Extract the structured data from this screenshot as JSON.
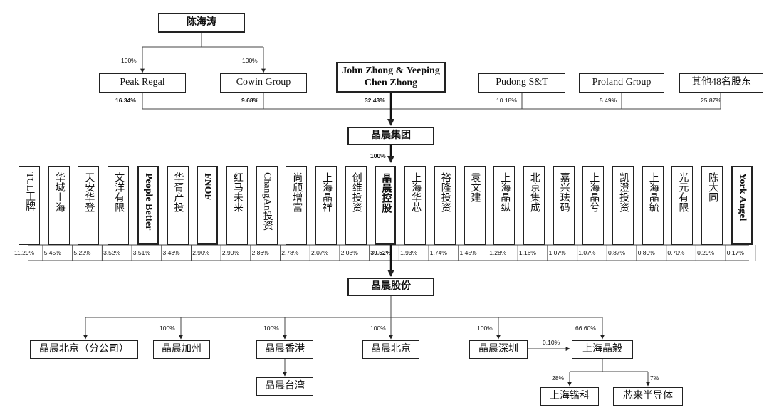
{
  "top_person": "陈海涛",
  "holders": [
    {
      "name": "Peak Regal",
      "share": "16.34%",
      "bold": true
    },
    {
      "name": "Cowin Group",
      "share": "9.68%",
      "bold": true
    },
    {
      "name": "John Zhong & Yeeping Chen Zhong",
      "share": "32.43%",
      "bold": true
    },
    {
      "name": "Pudong S&T",
      "share": "10.18%",
      "bold": false
    },
    {
      "name": "Proland Group",
      "share": "5.49%",
      "bold": false
    },
    {
      "name": "其他48名股东",
      "share": "25.87%",
      "bold": false
    }
  ],
  "chen_to_peak": "100%",
  "chen_to_cowin": "100%",
  "group": "晶晨集团",
  "group_share": "100%",
  "shareholders": [
    {
      "name": "TCL王牌",
      "share": "11.29%"
    },
    {
      "name": "华域上海",
      "share": "5.45%"
    },
    {
      "name": "天安华登",
      "share": "5.22%"
    },
    {
      "name": "文洋有限",
      "share": "3.52%"
    },
    {
      "name": "People Better",
      "share": "3.51%"
    },
    {
      "name": "华胥产投",
      "share": "3.43%"
    },
    {
      "name": "FNOF",
      "share": "2.90%"
    },
    {
      "name": "红马未来",
      "share": "2.90%"
    },
    {
      "name": "ChangAn投资",
      "share": "2.86%"
    },
    {
      "name": "尚颀增富",
      "share": "2.78%"
    },
    {
      "name": "上海晶祥",
      "share": "2.07%"
    },
    {
      "name": "创维投资",
      "share": "2.03%"
    },
    {
      "name": "晶晨控股",
      "share": "39.52%"
    },
    {
      "name": "上海华芯",
      "share": "1.93%"
    },
    {
      "name": "裕隆投资",
      "share": "1.74%"
    },
    {
      "name": "袁文建",
      "share": "1.45%"
    },
    {
      "name": "上海晶纵",
      "share": "1.28%"
    },
    {
      "name": "北京集成",
      "share": "1.16%"
    },
    {
      "name": "嘉兴珐码",
      "share": "1.07%"
    },
    {
      "name": "上海晶兮",
      "share": "1.07%"
    },
    {
      "name": "凯澄投资",
      "share": "0.87%"
    },
    {
      "name": "上海晶毓",
      "share": "0.80%"
    },
    {
      "name": "光元有限",
      "share": "0.70%"
    },
    {
      "name": "陈大同",
      "share": "0.29%"
    },
    {
      "name": "York Angel",
      "share": "0.17%"
    }
  ],
  "company": "晶晨股份",
  "subsidiaries": [
    {
      "name": "晶晨北京（分公司）",
      "share": ""
    },
    {
      "name": "晶晨加州",
      "share": "100%"
    },
    {
      "name": "晶晨香港",
      "share": "100%"
    },
    {
      "name": "晶晨北京",
      "share": "100%"
    },
    {
      "name": "晶晨深圳",
      "share": "100%"
    },
    {
      "name": "上海晶毅",
      "share": "66.60%"
    }
  ],
  "taiwan": "晶晨台湾",
  "shenzhen_to_yi": "0.10%",
  "yi_subs": [
    {
      "name": "上海锴科",
      "share": "28%"
    },
    {
      "name": "芯来半导体",
      "share": "7%"
    }
  ]
}
